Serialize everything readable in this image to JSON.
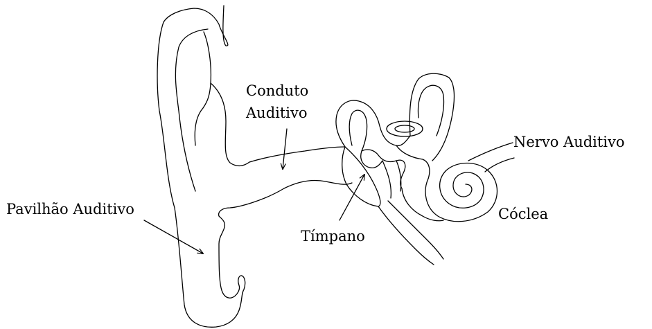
{
  "labels": {
    "conduto_line1": "Conduto",
    "conduto_line2": "Auditivo",
    "nervo": "Nervo Auditivo",
    "pavilhao": "Pavilhão Auditivo",
    "timpano": "Tímpano",
    "coclea": "Cóclea"
  },
  "colors": {
    "ink": "#000000",
    "background": "#ffffff"
  }
}
